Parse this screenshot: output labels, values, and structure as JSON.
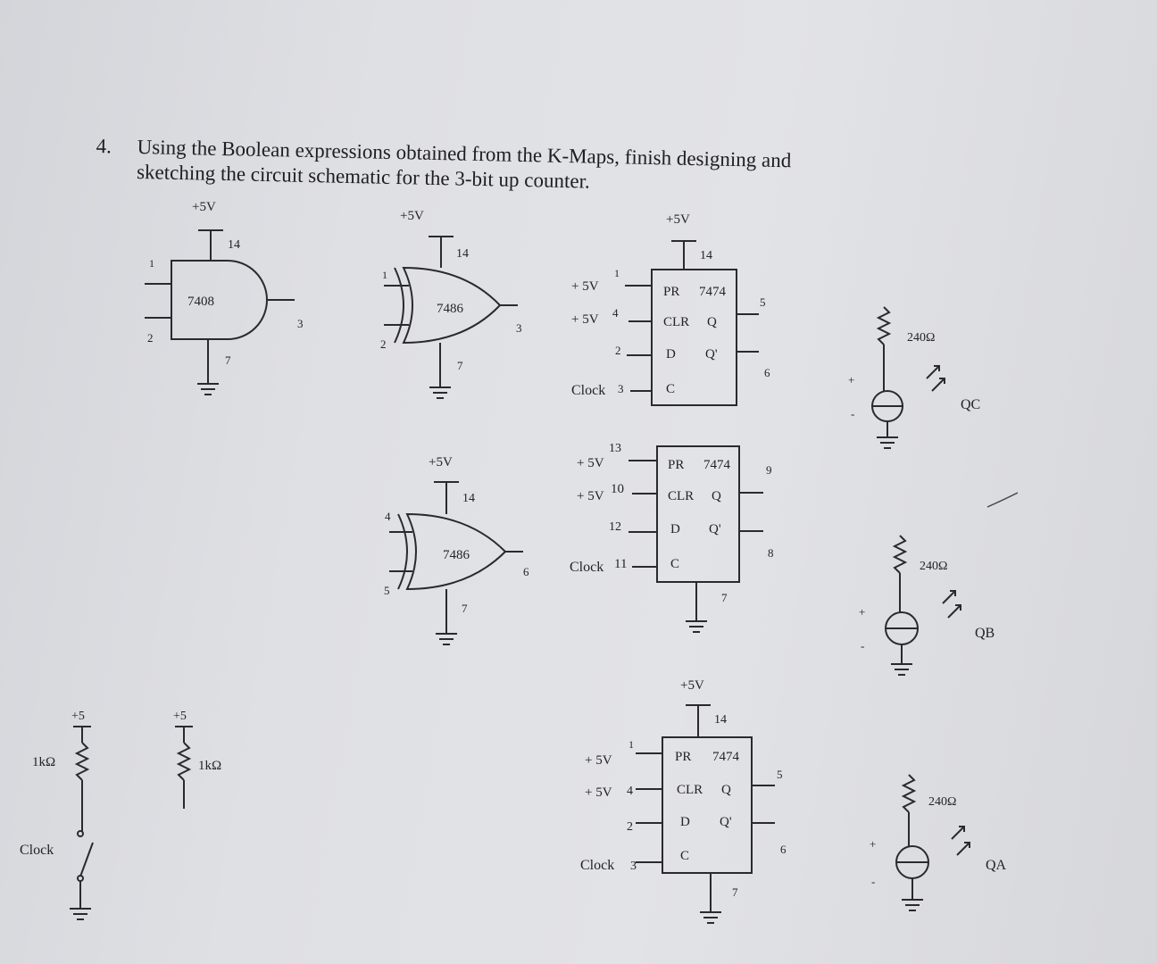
{
  "question": {
    "number": "4.",
    "line1": "Using the Boolean expressions obtained from the K-Maps, finish designing and",
    "line2": "sketching the circuit schematic for the 3-bit up counter."
  },
  "and_gate": {
    "chip": "7408",
    "vcc": "+5V",
    "pin_vcc": "14",
    "pin_gnd": "7",
    "pin_a": "1",
    "pin_b": "2",
    "pin_out": "3"
  },
  "xor_top": {
    "chip": "7486",
    "vcc": "+5V",
    "pin_vcc": "14",
    "pin_gnd": "7",
    "pin_a": "1",
    "pin_b": "2",
    "pin_out": "3"
  },
  "xor_mid": {
    "chip": "7486",
    "vcc": "+5V",
    "pin_vcc": "14",
    "pin_gnd": "7",
    "pin_a": "4",
    "pin_b": "5",
    "pin_out": "6"
  },
  "ff_top": {
    "vcc": "+5V",
    "pin_vcc": "14",
    "pr": "PR",
    "chip": "7474",
    "clr": "CLR",
    "q": "Q",
    "d": "D",
    "qbar": "Q'",
    "c": "C",
    "pr_src": "+ 5V",
    "clr_src": "+ 5V",
    "clock": "Clock",
    "pin_pr": "1",
    "pin_clr": "4",
    "pin_d": "2",
    "pin_clk": "3",
    "pin_q": "5",
    "pin_qbar": "6"
  },
  "ff_mid": {
    "pr": "PR",
    "chip": "7474",
    "clr": "CLR",
    "q": "Q",
    "d": "D",
    "qbar": "Q'",
    "c": "C",
    "pr_src": "+ 5V",
    "clr_src": "+ 5V",
    "clock": "Clock",
    "pin_pr": "13",
    "pin_clr": "10",
    "pin_d": "12",
    "pin_clk": "11",
    "pin_q": "9",
    "pin_qbar": "8",
    "pin_gnd": "7"
  },
  "ff_bot": {
    "vcc": "+5V",
    "pin_vcc": "14",
    "pr": "PR",
    "chip": "7474",
    "clr": "CLR",
    "q": "Q",
    "d": "D",
    "qbar": "Q'",
    "c": "C",
    "pr_src": "+ 5V",
    "clr_src": "+ 5V",
    "clock": "Clock",
    "pin_pr": "1",
    "pin_clr": "4",
    "pin_d": "2",
    "pin_clk": "3",
    "pin_q": "5",
    "pin_qbar": "6",
    "pin_gnd": "7"
  },
  "leds": [
    {
      "resistor": "240Ω",
      "label": "QC",
      "plus": "+",
      "minus": "-"
    },
    {
      "resistor": "240Ω",
      "label": "QB",
      "plus": "+",
      "minus": "-"
    },
    {
      "resistor": "240Ω",
      "label": "QA",
      "plus": "+",
      "minus": "-"
    }
  ],
  "clock_circuit": {
    "vcc": "+5",
    "resistor": "1kΩ",
    "label": "Clock"
  },
  "pullup": {
    "vcc": "+5",
    "resistor": "1kΩ"
  }
}
